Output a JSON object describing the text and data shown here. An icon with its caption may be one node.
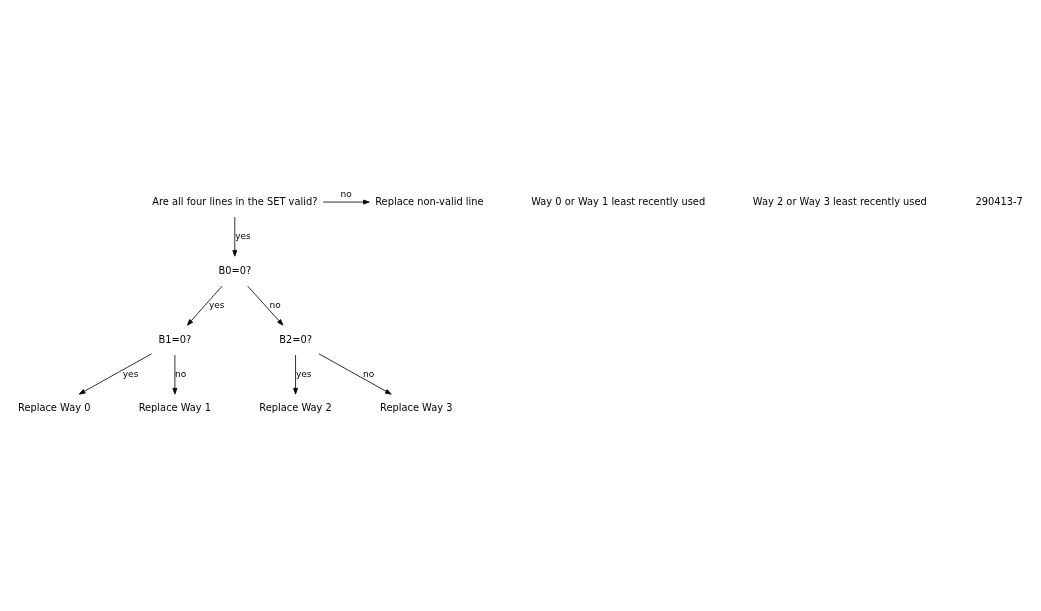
{
  "diagram": {
    "nodes": [
      {
        "text": [
          "Are all four lines in the SET valid?"
        ]
      },
      {
        "text": [
          "Replace non-valid line"
        ]
      },
      {
        "text": [
          "B0=0?"
        ]
      },
      {
        "text": [
          "B1=0?"
        ]
      },
      {
        "text": [
          "B2=0?"
        ]
      },
      {
        "text": [
          "Replace Way 0"
        ]
      },
      {
        "text": [
          "Replace Way 1"
        ]
      },
      {
        "text": [
          "Replace Way 2"
        ]
      },
      {
        "text": [
          "Replace Way 3"
        ]
      }
    ],
    "edges": [
      {
        "from": 0,
        "to": 1,
        "arrow": "to",
        "label": "no"
      },
      {
        "from": 0,
        "to": 2,
        "arrow": "to",
        "label": "yes"
      },
      {
        "from": 2,
        "to": 3,
        "arrow": "to",
        "label": "yes"
      },
      {
        "from": 2,
        "to": 4,
        "arrow": "to",
        "label": "no"
      },
      {
        "from": 3,
        "to": 5,
        "arrow": "to",
        "label": "yes"
      },
      {
        "from": 3,
        "to": 6,
        "arrow": "to",
        "label": "no"
      },
      {
        "from": 4,
        "to": 7,
        "arrow": "to",
        "label": "yes"
      },
      {
        "from": 4,
        "to": 8,
        "arrow": "to",
        "label": "no"
      }
    ],
    "labels": [
      "Way 0 or Way 1 least recently used",
      "Way 2 or Way 3 least recently used",
      "290413-7"
    ]
  }
}
